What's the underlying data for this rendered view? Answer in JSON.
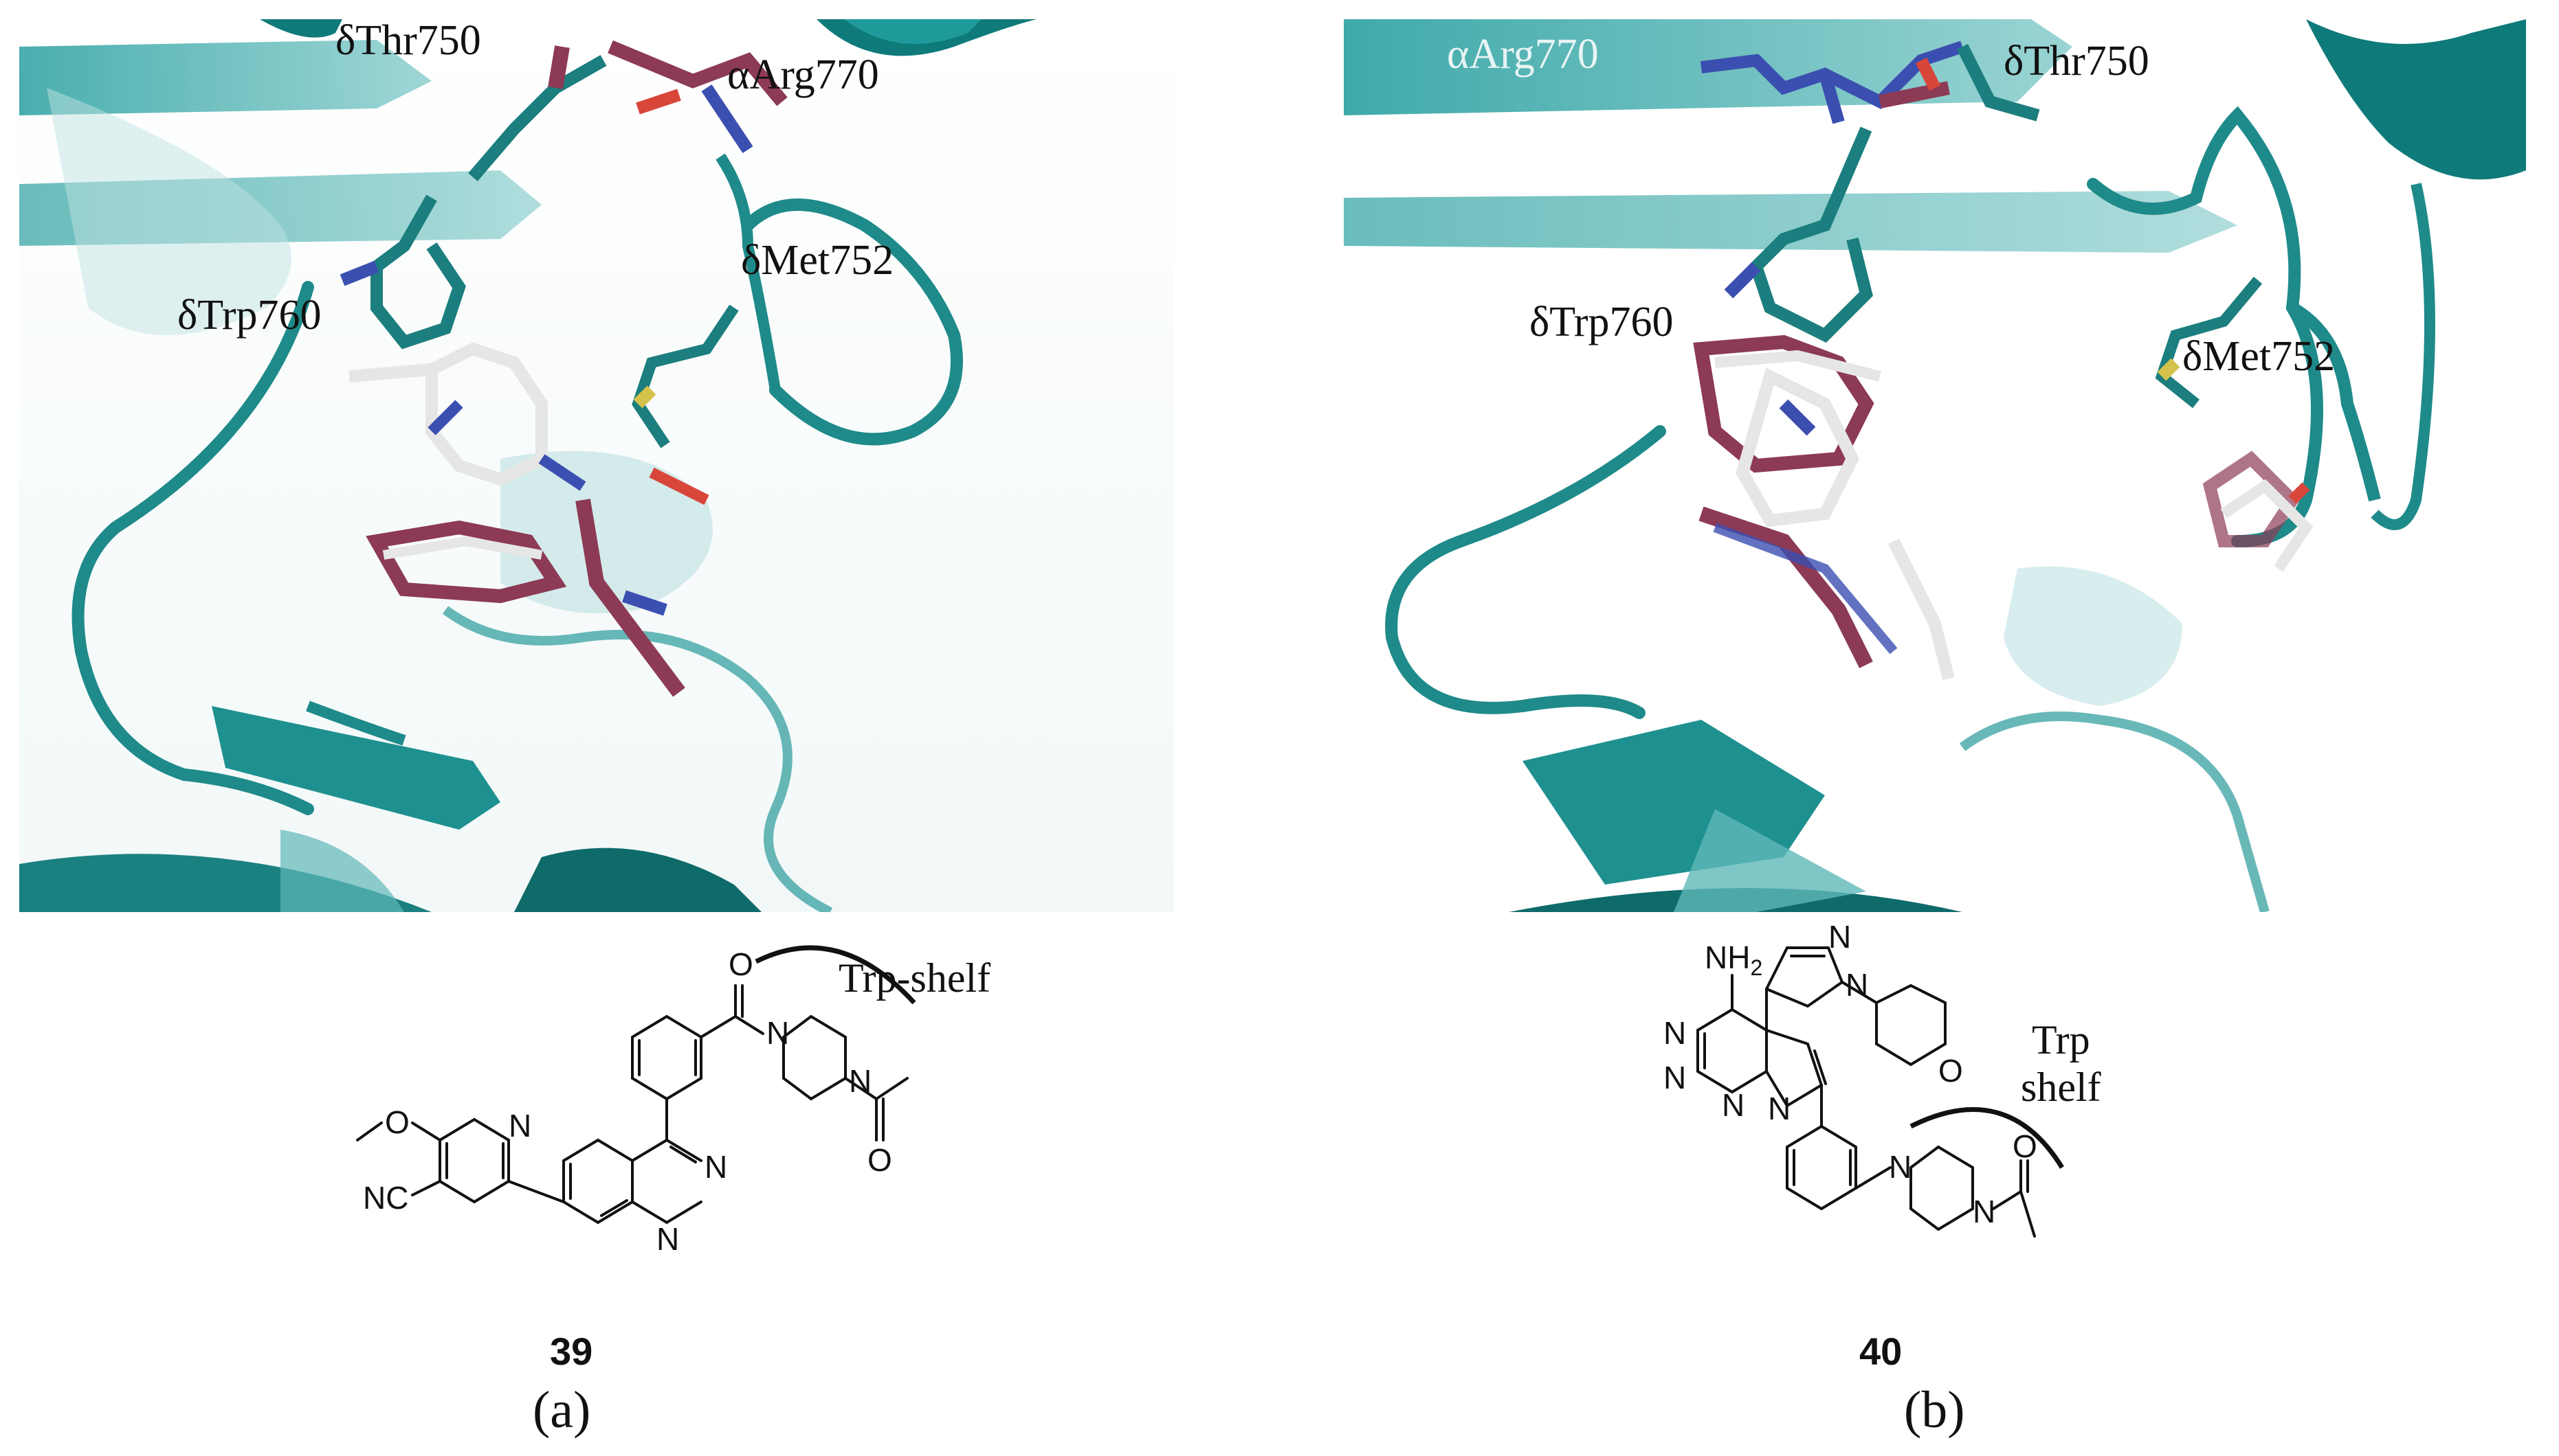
{
  "panels": [
    {
      "id": "a",
      "residues": [
        "δThr750",
        "αArg770",
        "δMet752",
        "δTrp760"
      ],
      "compound_number": "39",
      "shelf_label": "Trp-shelf",
      "sublabel": "(a)",
      "atoms": {
        "O_top": "O",
        "N_pip1": "N",
        "N_pip2": "N",
        "O_acetyl": "O",
        "methoxy_O": "O",
        "pyr_N": "N",
        "nitrile": "NC",
        "quin_N1": "N",
        "quin_N2": "N"
      }
    },
    {
      "id": "b",
      "residues": [
        "αArg770",
        "δThr750",
        "δTrp760",
        "δMet752"
      ],
      "compound_number": "40",
      "shelf_label_line1": "Trp",
      "shelf_label_line2": "shelf",
      "sublabel": "(b)",
      "atoms": {
        "amine": "NH",
        "amine_sub": "2",
        "pyrazole_N1": "N",
        "pyrazole_N2": "N",
        "thp_O": "O",
        "tri_N1": "N",
        "tri_N2": "N",
        "tri_N3": "N",
        "pyrrole_N": "N",
        "N_pip1": "N",
        "N_pip2": "N",
        "O_acetyl": "O"
      }
    }
  ],
  "colors": {
    "protein": "#1f8a8a",
    "protein_dark": "#0f6a6a",
    "ligand_white": "#e6e6e6",
    "ligand_maroon": "#8c3a55",
    "nitrogen": "#3b4fb0",
    "oxygen": "#d8463a",
    "sulfur": "#d4c24a"
  }
}
